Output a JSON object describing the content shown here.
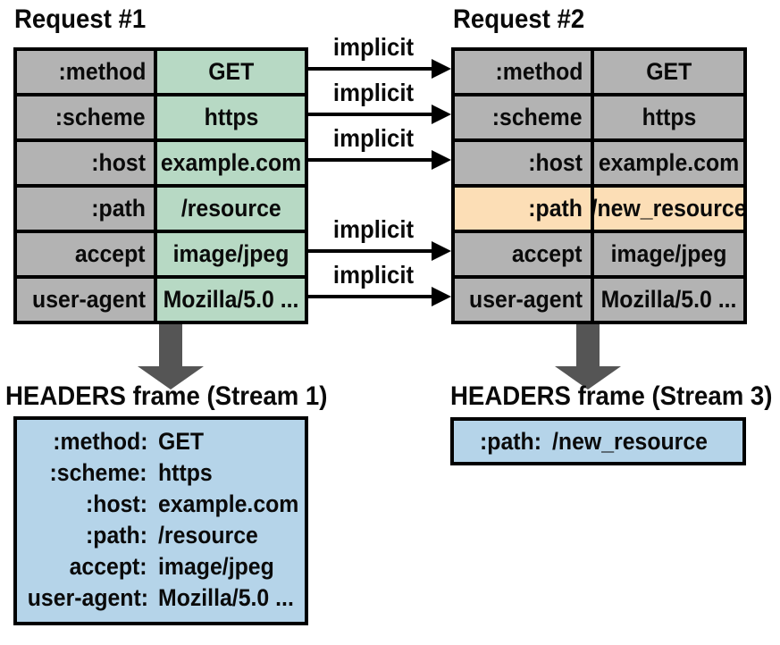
{
  "colors": {
    "cell_gray": "#b3b3b3",
    "cell_green": "#b7d9c4",
    "cell_orange_changed": "#fcdeb6",
    "frame_blue": "#b5d4e9",
    "down_arrow_gray": "#555555",
    "border_black": "#000000"
  },
  "request1": {
    "title": "Request #1",
    "rows": [
      {
        "name": ":method",
        "value": "GET"
      },
      {
        "name": ":scheme",
        "value": "https"
      },
      {
        "name": ":host",
        "value": "example.com"
      },
      {
        "name": ":path",
        "value": "/resource"
      },
      {
        "name": "accept",
        "value": "image/jpeg"
      },
      {
        "name": "user-agent",
        "value": "Mozilla/5.0 ..."
      }
    ]
  },
  "request2": {
    "title": "Request #2",
    "rows": [
      {
        "name": ":method",
        "value": "GET",
        "changed": false
      },
      {
        "name": ":scheme",
        "value": "https",
        "changed": false
      },
      {
        "name": ":host",
        "value": "example.com",
        "changed": false
      },
      {
        "name": ":path",
        "value": "/new_resource",
        "changed": true
      },
      {
        "name": "accept",
        "value": "image/jpeg",
        "changed": false
      },
      {
        "name": "user-agent",
        "value": "Mozilla/5.0 ...",
        "changed": false
      }
    ]
  },
  "implicit_arrows": {
    "labels": [
      "implicit",
      "implicit",
      "implicit",
      "implicit",
      "implicit"
    ]
  },
  "frame1": {
    "title": "HEADERS frame (Stream 1)",
    "lines": [
      {
        "name": ":method:",
        "value": "GET"
      },
      {
        "name": ":scheme:",
        "value": "https"
      },
      {
        "name": ":host:",
        "value": "example.com"
      },
      {
        "name": ":path:",
        "value": "/resource"
      },
      {
        "name": "accept:",
        "value": "image/jpeg"
      },
      {
        "name": "user-agent:",
        "value": "Mozilla/5.0 ..."
      }
    ]
  },
  "frame3": {
    "title": "HEADERS frame (Stream 3)",
    "lines": [
      {
        "name": ":path:",
        "value": "/new_resource"
      }
    ]
  }
}
